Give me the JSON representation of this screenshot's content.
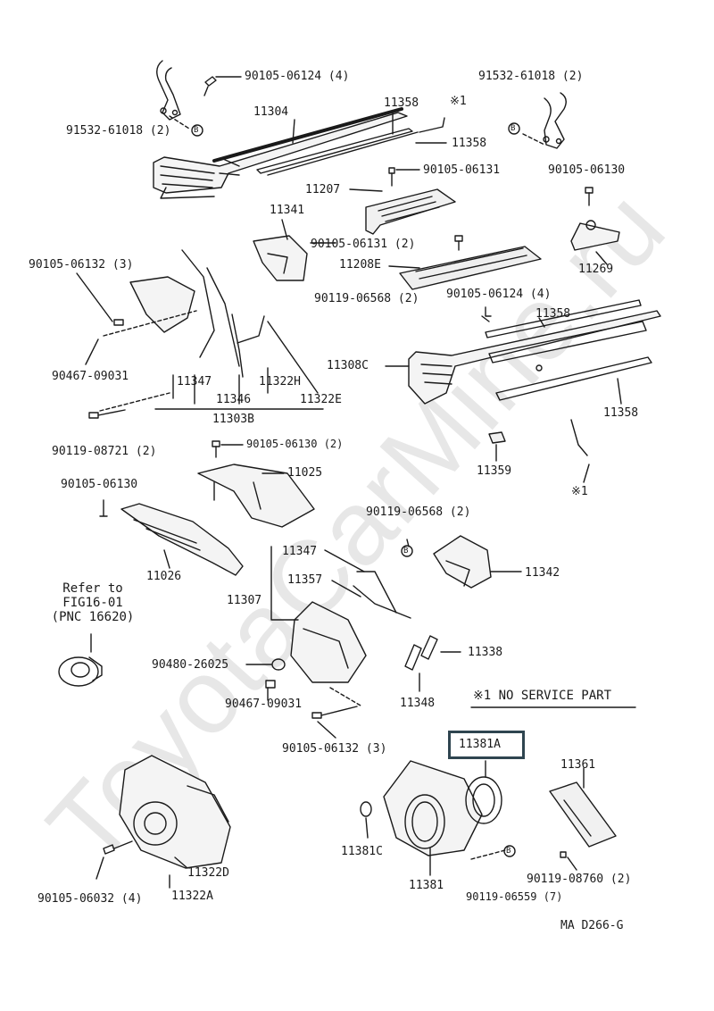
{
  "watermark": "ToyotaCarMine.ru",
  "figure_code": "MA  D266-G",
  "note": "※1 NO SERVICE PART",
  "refer_note": "Refer to\nFIG16-01\n(PNC 16620)",
  "highlight_part": "11381A",
  "labels": {
    "p90105_06124_top": "90105-06124 (4)",
    "p91532_left": "91532-61018 (2)",
    "p91532_right": "91532-61018 (2)",
    "p11304": "11304",
    "p11358_a": "11358",
    "pnote1_a": "※1",
    "p11358_b": "11358",
    "p90105_06131_a": "90105-06131",
    "p90105_06130_a": "90105-06130",
    "p11207": "11207",
    "p11341": "11341",
    "p90105_06131_b": "90105-06131 (2)",
    "p11208e": "11208E",
    "p11269": "11269",
    "p90105_06132_a": "90105-06132 (3)",
    "p90119_06568_a": "90119-06568 (2)",
    "p90105_06124_b": "90105-06124 (4)",
    "p11358_c": "11358",
    "p90467_a": "90467-09031",
    "p11347_a": "11347",
    "p11346": "11346",
    "p11322h": "11322H",
    "p11322e": "11322E",
    "p11303b": "11303B",
    "p11308c": "11308C",
    "p11358_d": "11358",
    "p90119_08721": "90119-08721 (2)",
    "p90105_06130_b": "90105-06130 (2)",
    "p11025": "11025",
    "p11359": "11359",
    "pnote1_b": "※1",
    "p90105_06130_c": "90105-06130",
    "p90119_06568_b": "90119-06568 (2)",
    "p11026": "11026",
    "p11347_b": "11347",
    "p11357": "11357",
    "p11342": "11342",
    "p11307": "11307",
    "p90480": "90480-26025",
    "p11338": "11338",
    "p90467_b": "90467-09031",
    "p11348": "11348",
    "p90105_06132_b": "90105-06132 (3)",
    "p11381a": "11381A",
    "p11361": "11361",
    "p11322d": "11322D",
    "p11381c": "11381C",
    "p90119_08760": "90119-08760 (2)",
    "p90105_06032": "90105-06032 (4)",
    "p11322a": "11322A",
    "p11381": "11381",
    "p90119_06559": "90119-06559 (7)"
  },
  "markers": {
    "b": "B"
  }
}
